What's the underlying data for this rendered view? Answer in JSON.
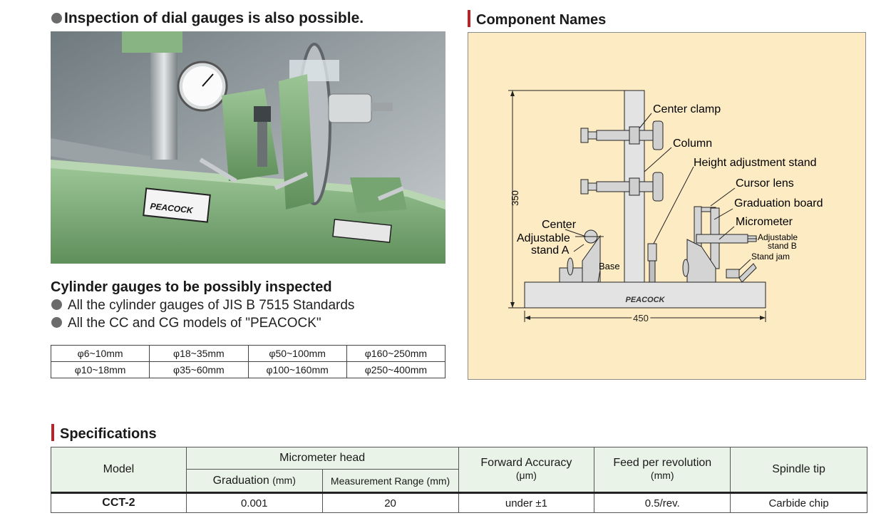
{
  "photo_section": {
    "heading": "Inspection of dial gauges is also possible.",
    "plate_text": "PEACOCK"
  },
  "cylinder_section": {
    "heading": "Cylinder gauges to be possibly inspected",
    "bullets": [
      "All the cylinder gauges of JIS B 7515 Standards",
      "All the CC and CG models of \"PEACOCK\""
    ],
    "ranges": [
      [
        "φ6~10mm",
        "φ18~35mm",
        "φ50~100mm",
        "φ160~250mm"
      ],
      [
        "φ10~18mm",
        "φ35~60mm",
        "φ100~160mm",
        "φ250~400mm"
      ]
    ]
  },
  "components": {
    "heading": "Component Names",
    "labels": {
      "center_clamp": "Center clamp",
      "column": "Column",
      "height_adjustment_stand": "Height adjustment stand",
      "cursor_lens": "Cursor lens",
      "graduation_board": "Graduation board",
      "micrometer": "Micrometer",
      "center": "Center",
      "adjustable_stand_a_1": "Adjustable",
      "adjustable_stand_a_2": "stand A",
      "adjustable_stand_b_1": "Adjustable",
      "adjustable_stand_b_2": "stand B",
      "stand_jam": "Stand jam",
      "base": "Base",
      "brand": "PEACOCK"
    },
    "dimensions": {
      "height": "350",
      "width": "450"
    }
  },
  "specifications": {
    "heading": "Specifications",
    "headers": {
      "model": "Model",
      "micrometer_head": "Micrometer head",
      "graduation": "Graduation",
      "graduation_unit": "(mm)",
      "measurement_range": "Measurement Range (mm)",
      "forward_accuracy": "Forward Accuracy",
      "forward_accuracy_unit": "(μm)",
      "feed_per_revolution": "Feed per revolution",
      "feed_unit": "(mm)",
      "spindle_tip": "Spindle tip"
    },
    "row": {
      "model": "CCT-2",
      "graduation": "0.001",
      "measurement_range": "20",
      "forward_accuracy": "under ±1",
      "feed": "0.5/rev.",
      "spindle_tip": "Carbide chip"
    }
  },
  "colors": {
    "accent_red": "#b0282b",
    "diagram_bg": "#fdebc3",
    "header_green": "#e9f3e7",
    "machine_green": "#7fae79"
  }
}
